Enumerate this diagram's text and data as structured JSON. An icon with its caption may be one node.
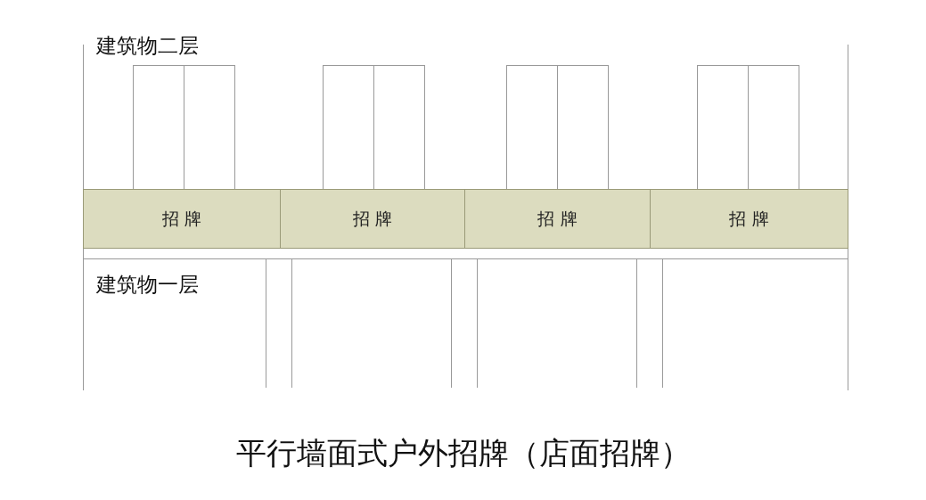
{
  "diagram": {
    "caption": "平行墙面式户外招牌（店面招牌）",
    "nodes": [
      {
        "text": [
          "招 牌"
        ]
      },
      {
        "text": [
          "招 牌"
        ]
      },
      {
        "text": [
          "招 牌"
        ]
      },
      {
        "text": [
          "招 牌"
        ]
      }
    ],
    "labels": [
      "建筑物二层",
      "建筑物一层"
    ]
  }
}
